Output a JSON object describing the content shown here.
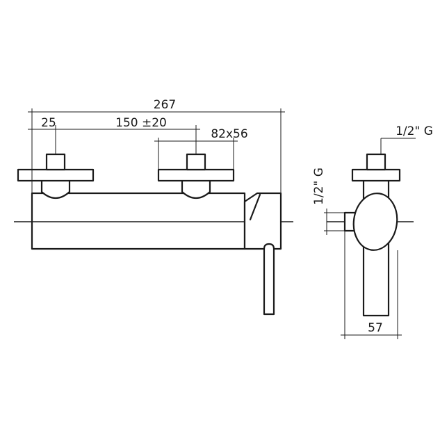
{
  "dimensions": {
    "overall_width": "267",
    "offset": "25",
    "center_distance": "150 ±20",
    "rosette": "82x56",
    "side_depth": "57",
    "top_thread": "1/2\" G",
    "side_thread": "1/2\" G"
  }
}
